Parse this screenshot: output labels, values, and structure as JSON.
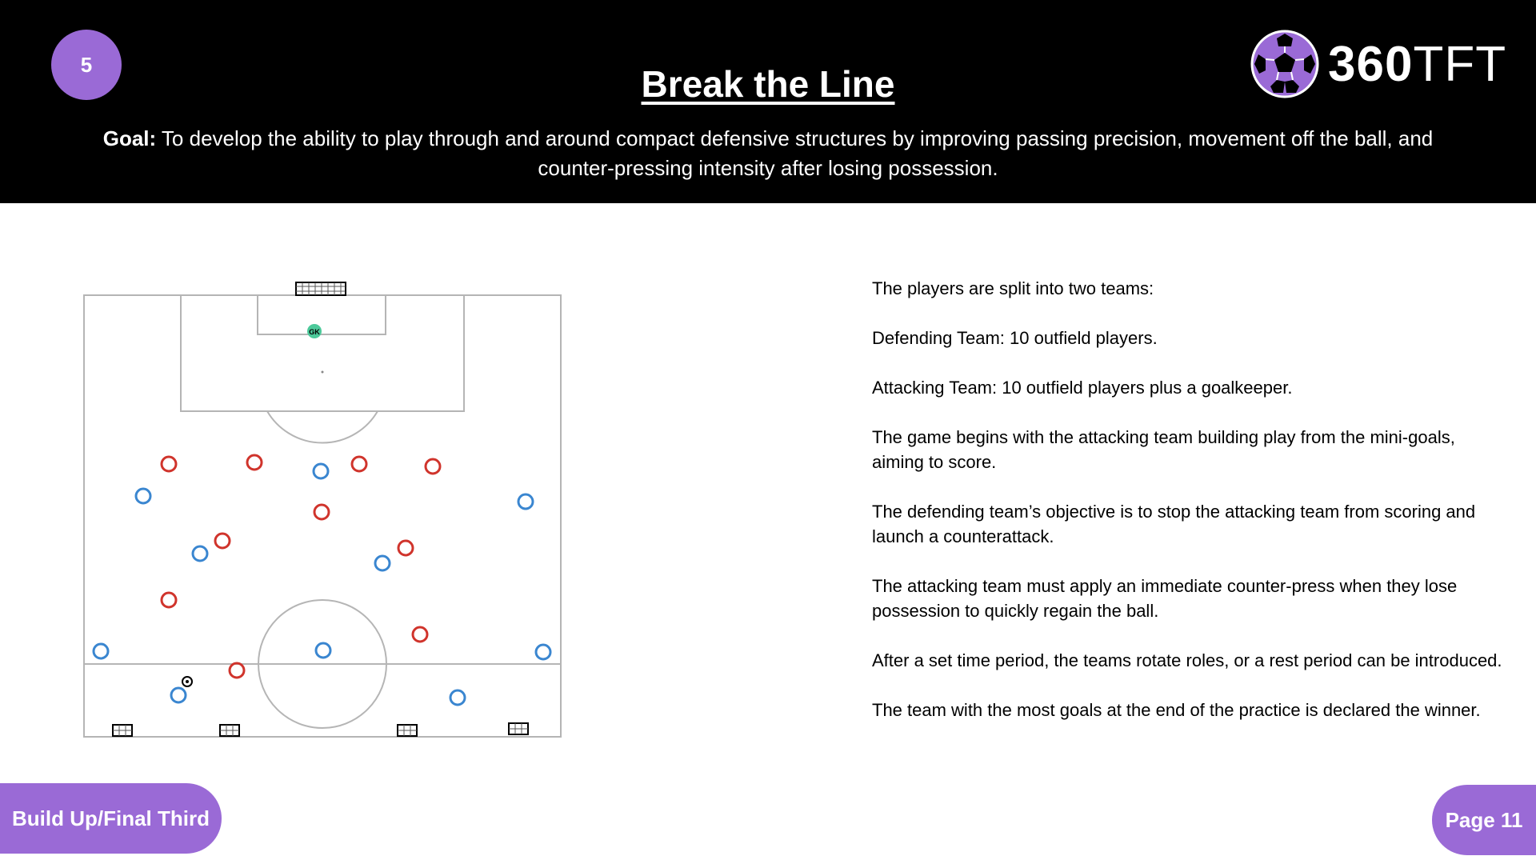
{
  "header": {
    "badge_number": "5",
    "title": "Break the Line",
    "goal_label": "Goal:",
    "goal_text": " To develop the ability to play through and around compact defensive structures by improving passing precision, movement off the ball, and counter-pressing intensity after losing possession.",
    "logo_text_bold": "360",
    "logo_text_light": "TFT"
  },
  "colors": {
    "accent_purple": "#9a6ad6",
    "team_red": "#d0342c",
    "team_blue": "#3a86d0",
    "goalkeeper_green": "#4cc99a"
  },
  "diagram": {
    "goalkeeper_label": "GK",
    "red_players": 10,
    "blue_players": 10,
    "mini_goals": 4
  },
  "instructions": [
    "The players are split into two teams:",
    "Defending Team: 10 outfield players.",
    "Attacking Team: 10 outfield players plus a goalkeeper.",
    "The game begins with the attacking team building play from the mini-goals, aiming to score.",
    "The defending team’s objective is to stop the attacking team from scoring and launch a counterattack.",
    "The attacking team must apply an immediate counter-press when they lose possession to quickly regain the ball.",
    "After a set time period, the teams rotate roles, or a rest period can be introduced.",
    "The team with the most goals at the end of the practice is declared the winner."
  ],
  "footer": {
    "category": "Build Up/Final Third",
    "page": "Page 11"
  }
}
